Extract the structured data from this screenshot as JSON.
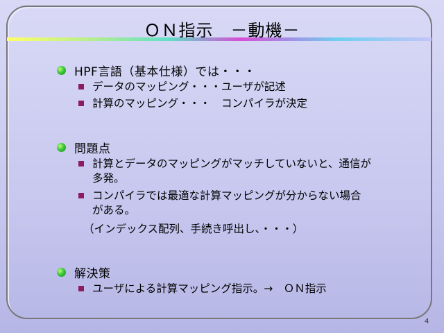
{
  "slide": {
    "title": "ＯＮ指示　－動機－",
    "page_number": "4",
    "colors": {
      "background": "#c9c9f0",
      "bullet_green": "#3cc63c",
      "square_marker": "#8b1c62"
    },
    "sections": [
      {
        "heading": "HPF言語（基本仕様）では・・・",
        "items": [
          {
            "lines": [
              "データのマッピング・・・ユーザが記述"
            ]
          },
          {
            "lines": [
              "計算のマッピング・・・　コンパイラが決定"
            ]
          }
        ]
      },
      {
        "heading": "問題点",
        "items": [
          {
            "lines": [
              "計算とデータのマッピングがマッチしていないと、通信が",
              "多発。"
            ]
          },
          {
            "lines": [
              "コンパイラでは最適な計算マッピングが分からない場合",
              "がある。"
            ]
          }
        ],
        "note": "（インデックス配列、手続き呼出し、・・・）"
      },
      {
        "heading": "解決策",
        "items": [
          {
            "lines": [
              "ユーザによる計算マッピング指示。→　ＯＮ指示"
            ]
          }
        ]
      }
    ]
  }
}
